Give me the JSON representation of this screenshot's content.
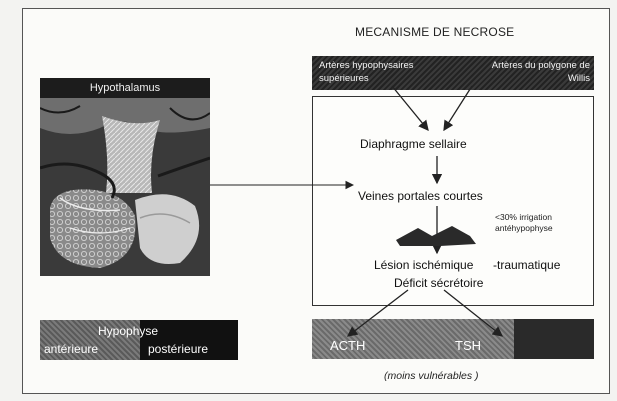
{
  "title": "MECANISME DE NECROSE",
  "left": {
    "hypothalamus_label": "Hypothalamus",
    "hypophyse_label": "Hypophyse",
    "anterieure_label": "antérieure",
    "posterieure_label": "postérieure"
  },
  "arteries": {
    "left": "Artères hypophysaires supérieures",
    "right": "Artères du polygone de Willis"
  },
  "mechanism": {
    "step1": "Diaphragme sellaire",
    "step2": "Veines portales courtes",
    "note": "<30% irrigation antéhypophyse",
    "step3_a": "Lésion ischémique",
    "step3_b": "-traumatique",
    "step4": "Déficit sécrétoire"
  },
  "hormones": {
    "acth": "ACTH",
    "tsh": "TSH"
  },
  "footnote": "(moins vulnérables )"
}
